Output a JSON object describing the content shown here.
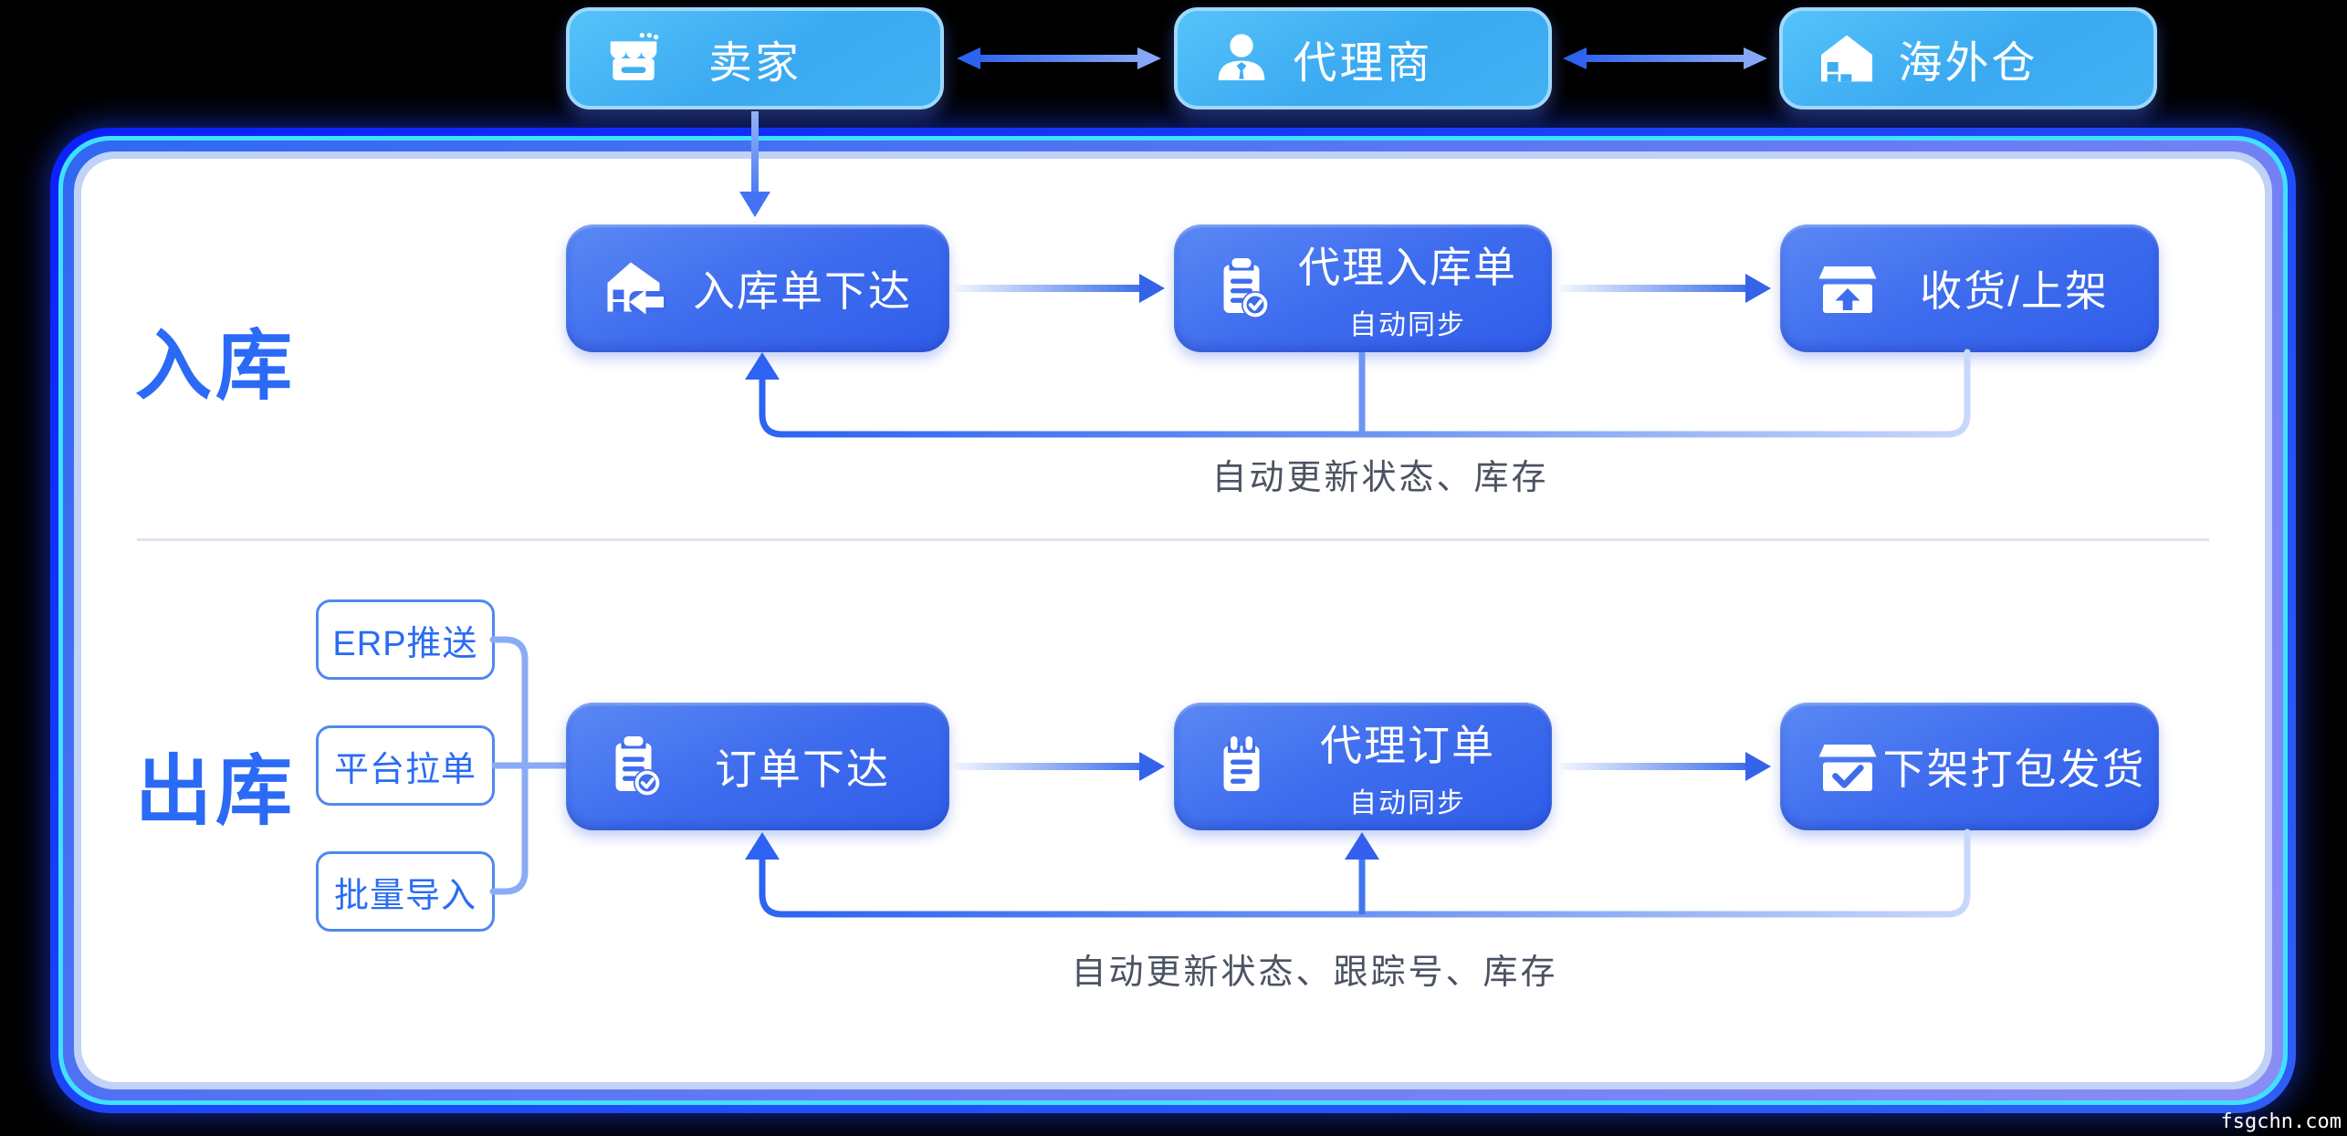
{
  "top_nodes": [
    {
      "label": "卖家",
      "icon": "storefront-icon"
    },
    {
      "label": "代理商",
      "icon": "agent-icon"
    },
    {
      "label": "海外仓",
      "icon": "warehouse-icon"
    }
  ],
  "inbound": {
    "section_label": "入库",
    "steps": [
      {
        "title": "入库单下达",
        "subtitle": "",
        "icon": "house-receive-icon"
      },
      {
        "title": "代理入库单",
        "subtitle": "自动同步",
        "icon": "clipboard-check-icon"
      },
      {
        "title": "收货/上架",
        "subtitle": "",
        "icon": "box-arrow-up-icon"
      }
    ],
    "feedback_label": "自动更新状态、库存"
  },
  "outbound": {
    "section_label": "出库",
    "sources": [
      "ERP推送",
      "平台拉单",
      "批量导入"
    ],
    "steps": [
      {
        "title": "订单下达",
        "subtitle": "",
        "icon": "clipboard-check-icon"
      },
      {
        "title": "代理订单",
        "subtitle": "自动同步",
        "icon": "notepad-icon"
      },
      {
        "title": "下架打包发货",
        "subtitle": "",
        "icon": "box-check-icon"
      }
    ],
    "feedback_label": "自动更新状态、跟踪号、库存"
  },
  "watermark": "fsgchn.com",
  "colors": {
    "accent_blue": "#2b6af6",
    "flow_node_blue": "#3e6cec",
    "top_node_blue": "#3fadf2",
    "frame_blue": "#0b28fb",
    "frame_cyan": "#3fe1ff",
    "feedback_line_blue": "#2c63f2",
    "feedback_line_light": "#c7d8fa"
  }
}
